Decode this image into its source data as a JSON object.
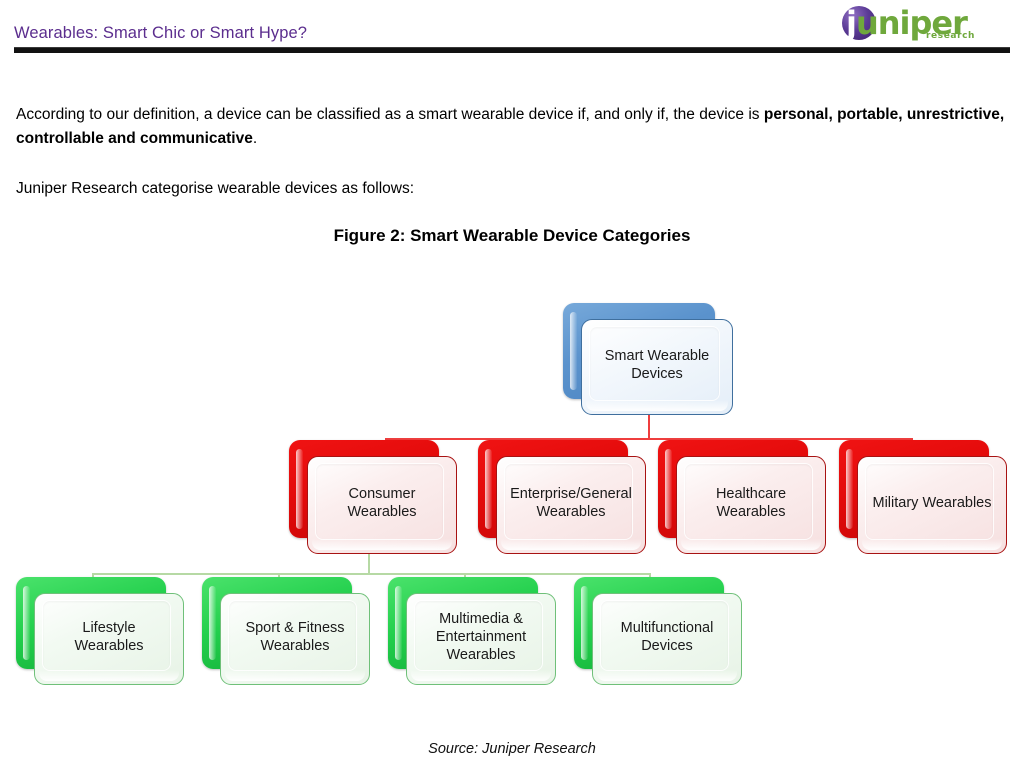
{
  "header": {
    "title": "Wearables: Smart Chic or Smart Hype?",
    "title_color": "#5b2d8e",
    "rule_color": "#111111",
    "logo": {
      "word_j": "j",
      "word_rest": "uniper",
      "subtitle": "research",
      "orb_color": "#5b3b96",
      "word_color": "#6fa83c"
    }
  },
  "body": {
    "paragraph_1_lead": "According to our definition, a device can be classified as a smart wearable device if, and only if, the device is ",
    "paragraph_1_bold": "personal, portable, unrestrictive, controllable and communicative",
    "paragraph_1_tail": ".",
    "paragraph_2": "Juniper Research categorise wearable devices as follows:",
    "figure_title": "Figure 2: Smart Wearable Device Categories",
    "source": "Source: Juniper Research"
  },
  "chart_data": {
    "type": "diagram",
    "diagram_kind": "hierarchy-tree",
    "title": "Figure 2: Smart Wearable Device Categories",
    "source": "Source: Juniper Research",
    "levels": [
      {
        "level": 0,
        "color": "#5b93cd",
        "color_name": "blue",
        "nodes": [
          {
            "id": "root",
            "label": "Smart Wearable Devices",
            "parent": null
          }
        ]
      },
      {
        "level": 1,
        "color": "#e20a0a",
        "color_name": "red",
        "nodes": [
          {
            "id": "consumer",
            "label": "Consumer Wearables",
            "parent": "root"
          },
          {
            "id": "enterprise",
            "label": "Enterprise/General Wearables",
            "parent": "root"
          },
          {
            "id": "healthcare",
            "label": "Healthcare Wearables",
            "parent": "root"
          },
          {
            "id": "military",
            "label": "Military Wearables",
            "parent": "root"
          }
        ]
      },
      {
        "level": 2,
        "color": "#22cf4c",
        "color_name": "green",
        "nodes": [
          {
            "id": "lifestyle",
            "label": "Lifestyle Wearables",
            "parent": "consumer"
          },
          {
            "id": "sport",
            "label": "Sport & Fitness Wearables",
            "parent": "consumer"
          },
          {
            "id": "multimedia",
            "label": "Multimedia & Entertainment Wearables",
            "parent": "consumer"
          },
          {
            "id": "multifunctional",
            "label": "Multifunctional Devices",
            "parent": "consumer"
          }
        ]
      }
    ],
    "connector_colors": {
      "level_0_to_1": "#ef3e3e",
      "level_1_to_2": "#b6d9a4"
    }
  },
  "nodes": {
    "root": {
      "line1": "Smart Wearable",
      "line2": "Devices"
    },
    "consumer": {
      "line1": "Consumer",
      "line2": "Wearables"
    },
    "enterprise": {
      "line1": "Enterprise/General",
      "line2": "Wearables"
    },
    "healthcare": {
      "line1": "Healthcare",
      "line2": "Wearables"
    },
    "military": {
      "line1": "Military Wearables",
      "line2": ""
    },
    "lifestyle": {
      "line1": "Lifestyle",
      "line2": "Wearables"
    },
    "sport": {
      "line1": "Sport & Fitness",
      "line2": "Wearables"
    },
    "multimedia": {
      "line1": "Multimedia &",
      "line2": "Entertainment",
      "line3": "Wearables"
    },
    "multifunctional": {
      "line1": "Multifunctional",
      "line2": "Devices"
    }
  }
}
